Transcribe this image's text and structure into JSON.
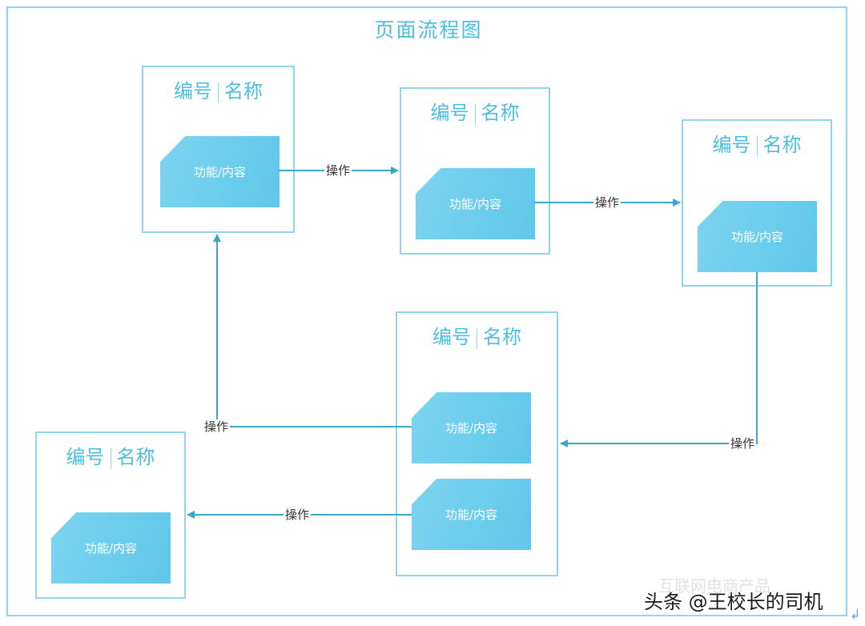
{
  "title": "页面流程图",
  "pages": [
    {
      "number": "编号",
      "name": "名称",
      "functions": [
        "功能/内容"
      ]
    },
    {
      "number": "编号",
      "name": "名称",
      "functions": [
        "功能/内容"
      ]
    },
    {
      "number": "编号",
      "name": "名称",
      "functions": [
        "功能/内容"
      ]
    },
    {
      "number": "编号",
      "name": "名称",
      "functions": [
        "功能/内容",
        "功能/内容"
      ]
    },
    {
      "number": "编号",
      "name": "名称",
      "functions": [
        "功能/内容"
      ]
    }
  ],
  "edges": [
    {
      "label": "操作"
    },
    {
      "label": "操作"
    },
    {
      "label": "操作"
    },
    {
      "label": "操作"
    },
    {
      "label": "操作"
    }
  ],
  "colors": {
    "frame": "#8fd6ea",
    "heading": "#4bbfdd",
    "block": "#6ccdee",
    "arrow": "#3aa7c9"
  },
  "watermark": {
    "faint": "互联网电商产品",
    "author": "头条 @王校长的司机"
  },
  "return_mark": "↲"
}
